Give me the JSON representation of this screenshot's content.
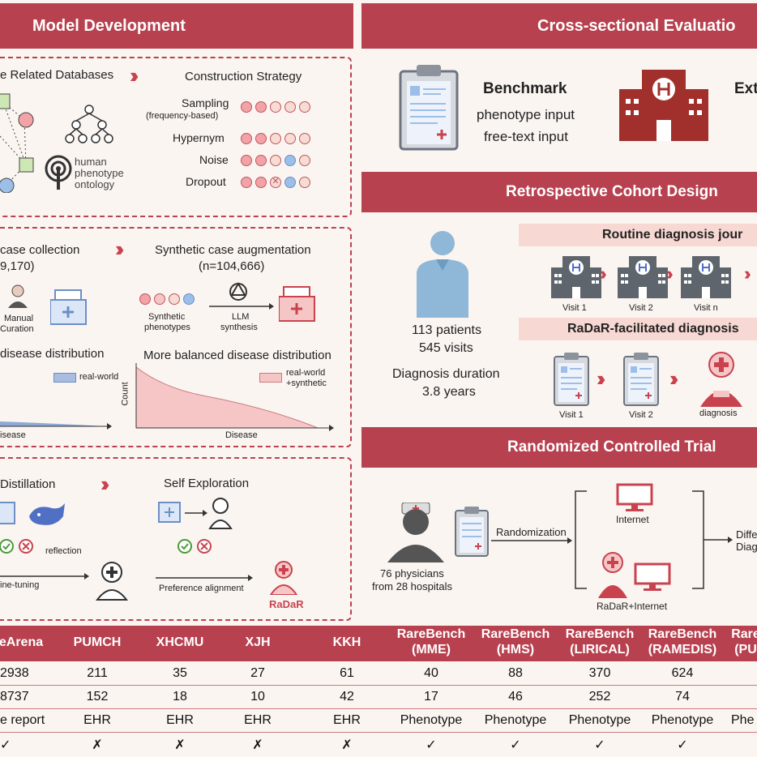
{
  "left_title": "Model Development",
  "db": {
    "title": "e Related Databases",
    "hpo1": "human",
    "hpo2": "phenotype",
    "hpo3": "ontology"
  },
  "strategy": {
    "title": "Construction Strategy",
    "sampling": "Sampling",
    "sampling_sub": "(frequency-based)",
    "hypernym": "Hypernym",
    "noise": "Noise",
    "dropout": "Dropout"
  },
  "cases": {
    "collection": "case collection",
    "count": "9,170)",
    "manual1": "Manual",
    "manual2": "Curation",
    "aug_title": "Synthetic case augmentation",
    "aug_count": "(n=104,666)",
    "synth1": "Synthetic",
    "synth2": "phenotypes",
    "llm1": "LLM",
    "llm2": "synthesis"
  },
  "dist": {
    "left_title": "disease distribution",
    "left_legend": "real-world",
    "left_axis": "isease",
    "right_title": "More balanced disease distribution",
    "legend1": "real-world",
    "legend2": "+synthetic",
    "ylabel": "Count",
    "xlabel": "Disease"
  },
  "train": {
    "distill": "Distillation",
    "reflection": "reflection",
    "finetune": "ine-tuning",
    "self": "Self Exploration",
    "pref": "Preference alignment",
    "radar": "RaDaR"
  },
  "cross": {
    "title": "Cross-sectional Evaluatio",
    "bench": "Benchmark",
    "ph_input": "phenotype input",
    "ft_input": "free-text input",
    "ext": "Ext"
  },
  "retro": {
    "title": "Retrospective Cohort Design",
    "routine": "Routine diagnosis jour",
    "v1": "Visit 1",
    "v2": "Visit 2",
    "vn": "Visit n",
    "radar_diag": "RaDaR-facilitated diagnosis",
    "rv1": "Visit 1",
    "rv2": "Visit 2",
    "diagnosis": "diagnosis",
    "patients": "113 patients",
    "visits": "545 visits",
    "dur": "Diagnosis duration",
    "years": "3.8 years"
  },
  "rct": {
    "title": "Randomized Controlled Trial",
    "physicians": "76 physicians",
    "hospitals": "from 28 hospitals",
    "rand": "Randomization",
    "internet": "Internet",
    "radar_internet": "RaDaR+Internet",
    "diff": "Diffe",
    "diag": "Diag"
  },
  "table": {
    "headers": [
      [
        "eArena",
        ""
      ],
      [
        "PUMCH",
        ""
      ],
      [
        "XHCMU",
        ""
      ],
      [
        "XJH",
        ""
      ],
      [
        "KKH",
        ""
      ],
      [
        "RareBench",
        "(MME)"
      ],
      [
        "RareBench",
        "(HMS)"
      ],
      [
        "RareBench",
        "(LIRICAL)"
      ],
      [
        "RareBench",
        "(RAMEDIS)"
      ],
      [
        "Rare",
        "(PU"
      ]
    ],
    "rows": [
      [
        "2938",
        "211",
        "35",
        "27",
        "61",
        "40",
        "88",
        "370",
        "624",
        ""
      ],
      [
        "8737",
        "152",
        "18",
        "10",
        "42",
        "17",
        "46",
        "252",
        "74",
        ""
      ],
      [
        "e report",
        "EHR",
        "EHR",
        "EHR",
        "EHR",
        "Phenotype",
        "Phenotype",
        "Phenotype",
        "Phenotype",
        "Phe"
      ],
      [
        "✓",
        "✗",
        "✗",
        "✗",
        "✗",
        "✓",
        "✓",
        "✓",
        "✓",
        ""
      ]
    ]
  },
  "colors": {
    "accent": "#b8414f",
    "pink": "#f7d8d3",
    "blue": "#9bbfe8",
    "bg": "#fbf5f1"
  }
}
